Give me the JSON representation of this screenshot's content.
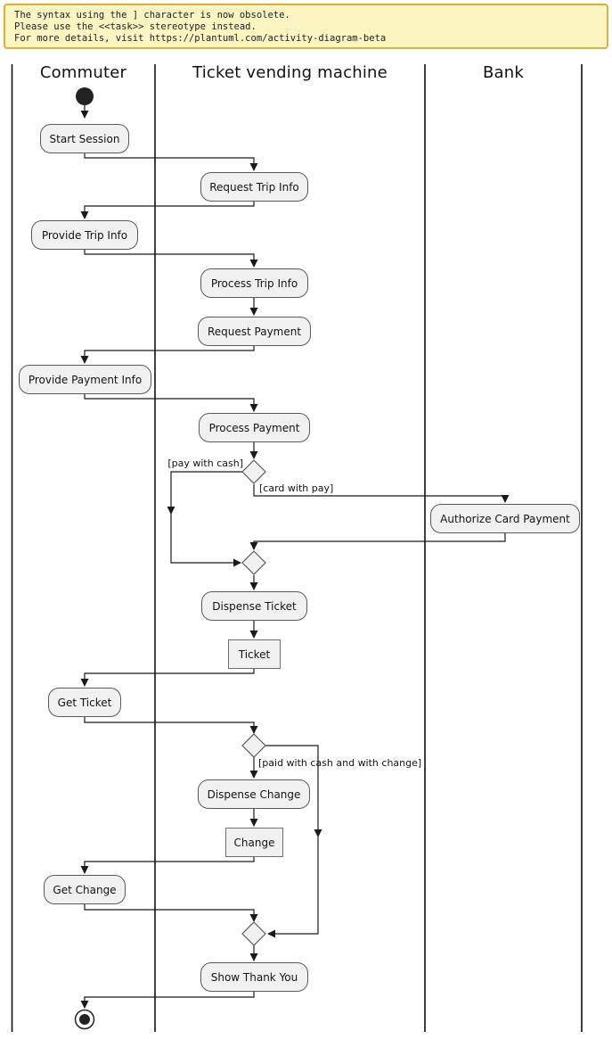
{
  "warning": {
    "line1": "The syntax using the ] character is now obsolete.",
    "line2": "Please use the <<task>> stereotype instead.",
    "line3": "For more details, visit https://plantuml.com/activity-diagram-beta"
  },
  "lanes": {
    "commuter": "Commuter",
    "tvm": "Ticket vending machine",
    "bank": "Bank"
  },
  "nodes": {
    "start_session": "Start Session",
    "request_trip_info": "Request Trip Info",
    "provide_trip_info": "Provide Trip Info",
    "process_trip_info": "Process Trip Info",
    "request_payment": "Request Payment",
    "provide_payment_info": "Provide Payment Info",
    "process_payment": "Process Payment",
    "authorize_card_payment": "Authorize Card Payment",
    "dispense_ticket": "Dispense Ticket",
    "ticket": "Ticket",
    "get_ticket": "Get Ticket",
    "dispense_change": "Dispense Change",
    "change": "Change",
    "get_change": "Get Change",
    "show_thank_you": "Show Thank You"
  },
  "guards": {
    "pay_with_cash": "[pay with cash]",
    "card_with_pay": "[card with pay]",
    "paid_with_cash_and_change": "[paid with cash and with change]"
  },
  "colors": {
    "node_fill": "#f1f1f1",
    "node_border": "#5a5a5a",
    "flow_line": "#1a1a1a",
    "lane_line": "#111111",
    "warning_bg": "#fbf5c2",
    "warning_border": "#dfaf37"
  }
}
